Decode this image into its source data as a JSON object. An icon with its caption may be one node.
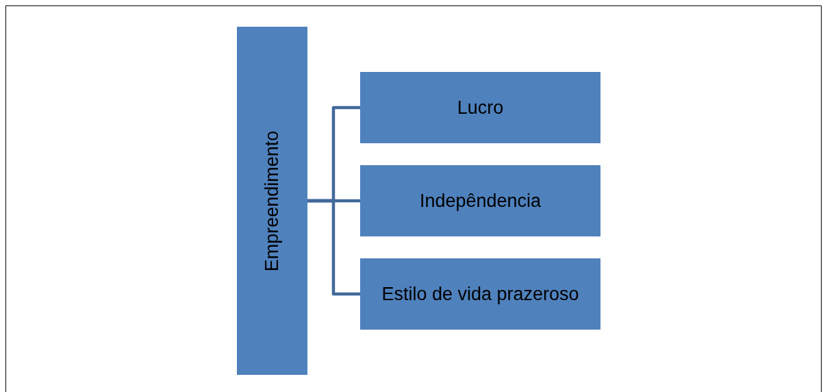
{
  "diagram": {
    "nodes": [
      {
        "text": [
          "Empreendimento"
        ]
      },
      {
        "text": [
          "Lucro"
        ]
      },
      {
        "text": [
          "Indepêndencia"
        ]
      },
      {
        "text": [
          "Estilo de vida prazeroso"
        ]
      }
    ],
    "edges": [
      {
        "from": 0,
        "to": 1,
        "arrow": "none"
      },
      {
        "from": 0,
        "to": 2,
        "arrow": "none"
      },
      {
        "from": 0,
        "to": 3,
        "arrow": "none"
      }
    ]
  }
}
